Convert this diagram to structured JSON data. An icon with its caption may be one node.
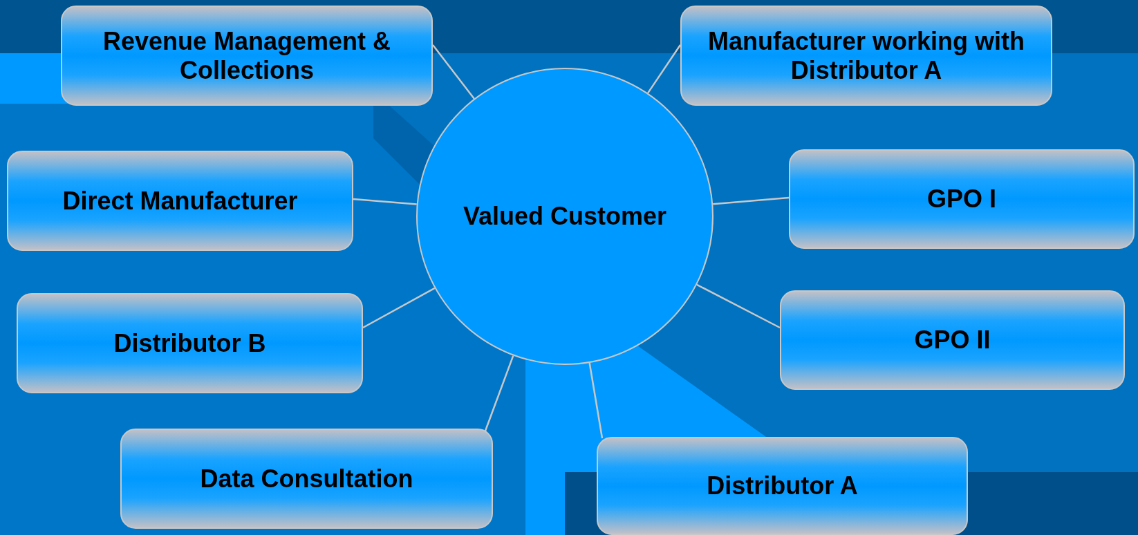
{
  "diagram": {
    "nodes": [
      {
        "text": [
          "Valued Customer"
        ]
      },
      {
        "text": [
          "Revenue Management & Collections"
        ]
      },
      {
        "text": [
          "Manufacturer working with Distributor A"
        ]
      },
      {
        "text": [
          "Direct Manufacturer"
        ]
      },
      {
        "text": [
          "GPO I"
        ]
      },
      {
        "text": [
          "Distributor B"
        ]
      },
      {
        "text": [
          "GPO II"
        ]
      },
      {
        "text": [
          "Data Consultation"
        ]
      },
      {
        "text": [
          "Distributor A"
        ]
      }
    ],
    "edges": [
      {
        "from": 0,
        "to": 1,
        "arrow": "none"
      },
      {
        "from": 0,
        "to": 2,
        "arrow": "none"
      },
      {
        "from": 0,
        "to": 3,
        "arrow": "none"
      },
      {
        "from": 0,
        "to": 4,
        "arrow": "none"
      },
      {
        "from": 0,
        "to": 5,
        "arrow": "none"
      },
      {
        "from": 0,
        "to": 6,
        "arrow": "none"
      },
      {
        "from": 0,
        "to": 7,
        "arrow": "none"
      },
      {
        "from": 0,
        "to": 8,
        "arrow": "none"
      }
    ]
  }
}
